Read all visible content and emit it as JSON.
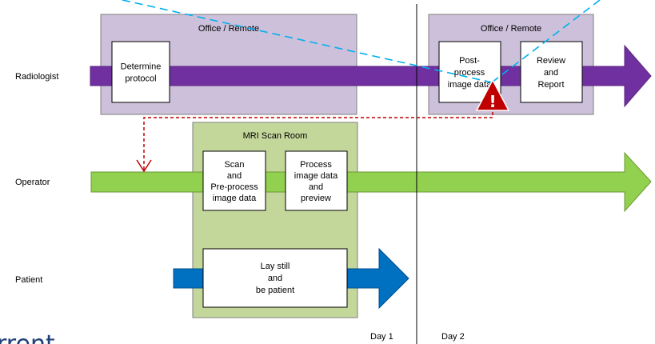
{
  "lanes": {
    "radiologist": "Radiologist",
    "operator": "Operator",
    "patient": "Patient"
  },
  "zones": {
    "office_day1": "Office / Remote",
    "office_day2": "Office / Remote",
    "scan_room": "MRI Scan Room"
  },
  "steps": {
    "determine_protocol": [
      "Determine",
      "protocol"
    ],
    "post_process": [
      "Post-",
      "process",
      "image data"
    ],
    "review_report": [
      "Review",
      "and",
      "Report"
    ],
    "scan_preprocess": [
      "Scan",
      "and",
      "Pre-process",
      "image data"
    ],
    "process_preview": [
      "Process",
      "image data",
      "and",
      "preview"
    ],
    "lay_still": [
      "Lay still",
      "and",
      "be patient"
    ]
  },
  "days": {
    "day1": "Day 1",
    "day2": "Day 2"
  },
  "footer_text": "rrent",
  "warning": {
    "symbol": "!",
    "icon": "warning-triangle-icon"
  },
  "colors": {
    "radiologist_arrow": "#7030a0",
    "operator_arrow": "#92d050",
    "patient_arrow": "#0070c0",
    "office_zone": "#ccc0da",
    "scan_zone": "#c4d79b",
    "warning": "#c00000",
    "dashed_return": "#c00000",
    "dashed_overlay": "#00b0f0"
  }
}
